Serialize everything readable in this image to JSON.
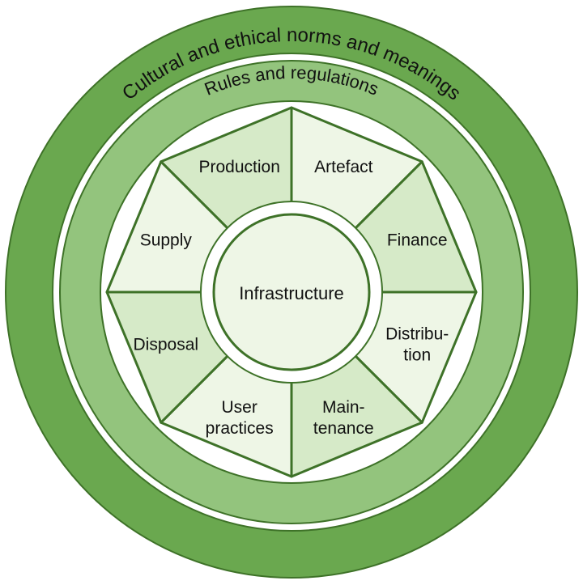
{
  "diagram": {
    "outer_ring_label": "Cultural and ethical norms and meanings",
    "middle_ring_label": "Rules and regulations",
    "center_label": "Infrastructure",
    "segments": [
      {
        "id": "production",
        "lines": [
          "Production"
        ],
        "shade": "mid"
      },
      {
        "id": "artefact",
        "lines": [
          "Artefact"
        ],
        "shade": "light"
      },
      {
        "id": "finance",
        "lines": [
          "Finance"
        ],
        "shade": "mid"
      },
      {
        "id": "distribution",
        "lines": [
          "Distribu-",
          "tion"
        ],
        "shade": "light"
      },
      {
        "id": "maintenance",
        "lines": [
          "Main-",
          "tenance"
        ],
        "shade": "mid"
      },
      {
        "id": "user-practices",
        "lines": [
          "User",
          "practices"
        ],
        "shade": "light"
      },
      {
        "id": "disposal",
        "lines": [
          "Disposal"
        ],
        "shade": "mid"
      },
      {
        "id": "supply",
        "lines": [
          "Supply"
        ],
        "shade": "light"
      }
    ],
    "colors": {
      "outer_ring": "#6aa84f",
      "middle_ring": "#93c47d",
      "segment_light": "#eef6e6",
      "segment_mid": "#d6eac8",
      "center": "#eef6e6",
      "stroke": "#3e7228"
    }
  }
}
